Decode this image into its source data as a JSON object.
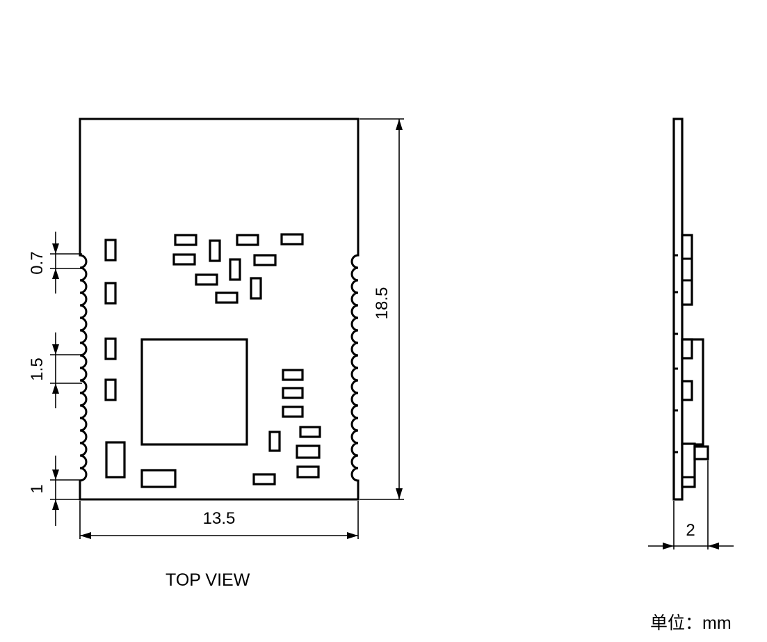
{
  "dimensions": {
    "pad_width": "0.7",
    "pad_pitch": "1.5",
    "bottom_offset": "1",
    "module_height": "18.5",
    "module_width": "13.5",
    "module_thickness": "2"
  },
  "labels": {
    "top_view": "TOP VIEW",
    "unit": "单位：mm"
  }
}
